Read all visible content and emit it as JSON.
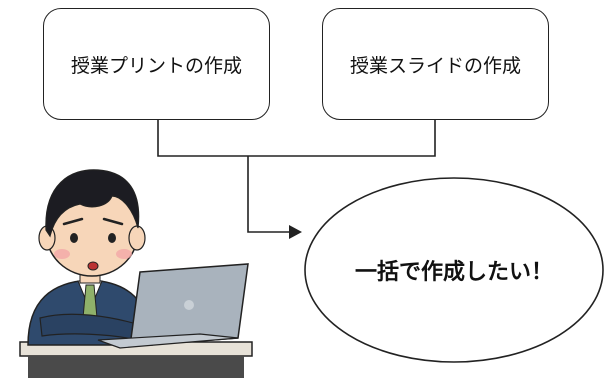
{
  "boxes": {
    "left": "授業プリントの作成",
    "right": "授業スライドの作成"
  },
  "bubble": {
    "text": "一括で作成したい！"
  },
  "illustration": {
    "subject": "worried businessman at laptop",
    "icons": [
      "person-icon",
      "laptop-icon"
    ]
  },
  "colors": {
    "line": "#222222",
    "suit": "#2f4a6d",
    "tie": "#8fb16a",
    "skin": "#f7d6b9",
    "laptop": "#a9b3bd",
    "desk": "#e7e2d8"
  }
}
